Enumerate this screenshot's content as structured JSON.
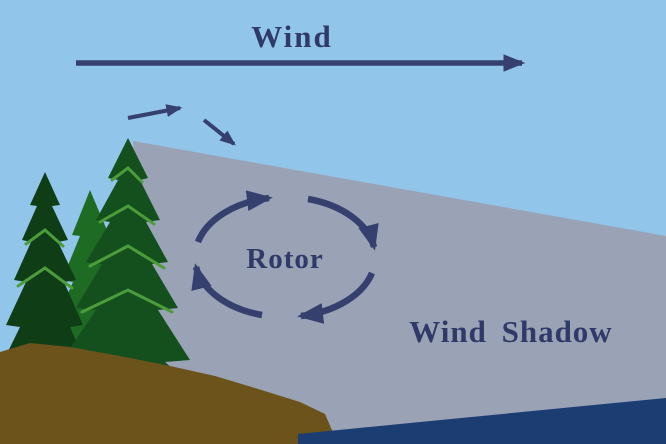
{
  "title": "Wind shadow and rotor diagram",
  "labels": {
    "wind": "Wind",
    "rotor": "Rotor",
    "wind_shadow": "Wind Shadow"
  },
  "icons": [
    "wind-arrow-icon",
    "descending-flow-arrow-icon",
    "rotor-circulation-arrows-icon"
  ],
  "colors": {
    "sky": "#92c5ea",
    "wedge": "#9aa2b5",
    "arrow": "#35406e",
    "text": "#2f3a68",
    "tree_dark": "#14501d",
    "tree_darker": "#0e3d16",
    "tree_mid": "#1e6b24",
    "tree_light": "#4c9c3c",
    "ground": "#6b531b",
    "water": "#1c3d72"
  }
}
